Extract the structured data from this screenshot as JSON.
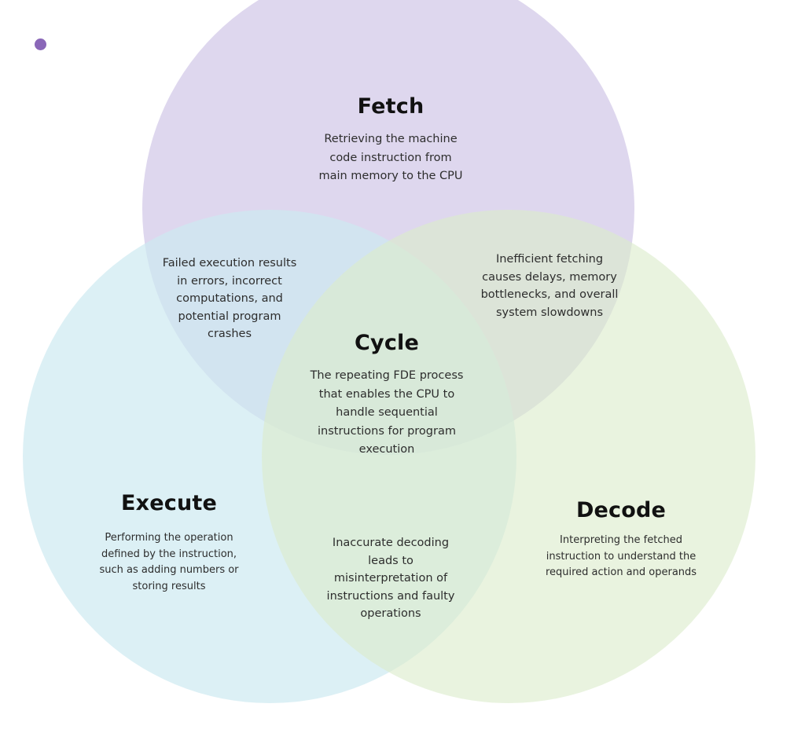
{
  "diagram": {
    "type": "venn",
    "marker_color": "#8a67b8",
    "sets": [
      {
        "id": "fetch",
        "title": "Fetch",
        "description": "Retrieving the machine\ncode instruction from\nmain memory to the CPU",
        "color": "#c9bfe3"
      },
      {
        "id": "execute",
        "title": "Execute",
        "description": "Performing the operation\ndefined by the instruction,\nsuch as adding numbers or\nstoring results",
        "color": "#cde9f1"
      },
      {
        "id": "decode",
        "title": "Decode",
        "description": "Interpreting the fetched\ninstruction to understand the\nrequired action and operands",
        "color": "#dceccc"
      }
    ],
    "overlaps": {
      "fetch_execute": "Failed execution results\nin errors, incorrect\ncomputations, and\npotential program\ncrashes",
      "fetch_decode": "Inefficient fetching\ncauses delays, memory\nbottlenecks, and overall\nsystem slowdowns",
      "execute_decode": "Inaccurate decoding\nleads to\nmisinterpretation of\ninstructions and faulty\noperations"
    },
    "center": {
      "title": "Cycle",
      "description": "The repeating FDE process\nthat enables the CPU to\nhandle sequential\ninstructions for program\nexecution"
    }
  }
}
